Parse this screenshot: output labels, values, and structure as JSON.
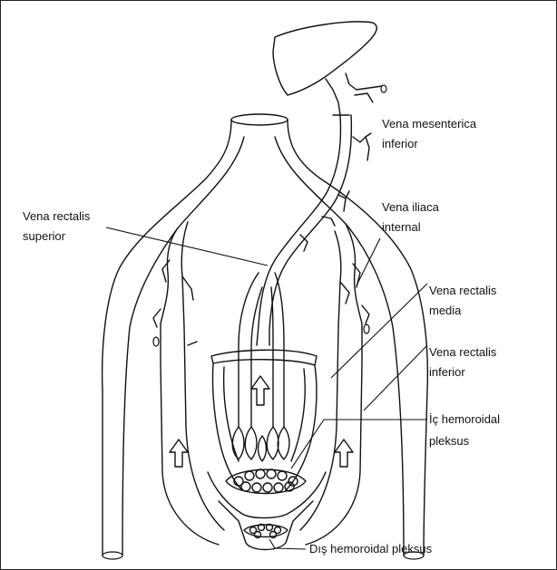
{
  "labels": {
    "vena_mesenterica_inferior": [
      "Vena mesenterica",
      "inferior"
    ],
    "vena_rectalis_superior": [
      "Vena rectalis",
      "superior"
    ],
    "vena_iliaca_internal": [
      "Vena iliaca",
      "internal"
    ],
    "vena_rectalis_media": [
      "Vena rectalis",
      "media"
    ],
    "vena_rectalis_inferior": [
      "Vena rectalis",
      "inferior"
    ],
    "ic_hemoroidal_pleksus": [
      "İç hemoroidal",
      "pleksus"
    ],
    "dis_hemoroidal_pleksus": "Dış hemoroidal pleksus"
  },
  "colors": {
    "line": "#111111",
    "background": "#ffffff",
    "frame": "#222222"
  }
}
